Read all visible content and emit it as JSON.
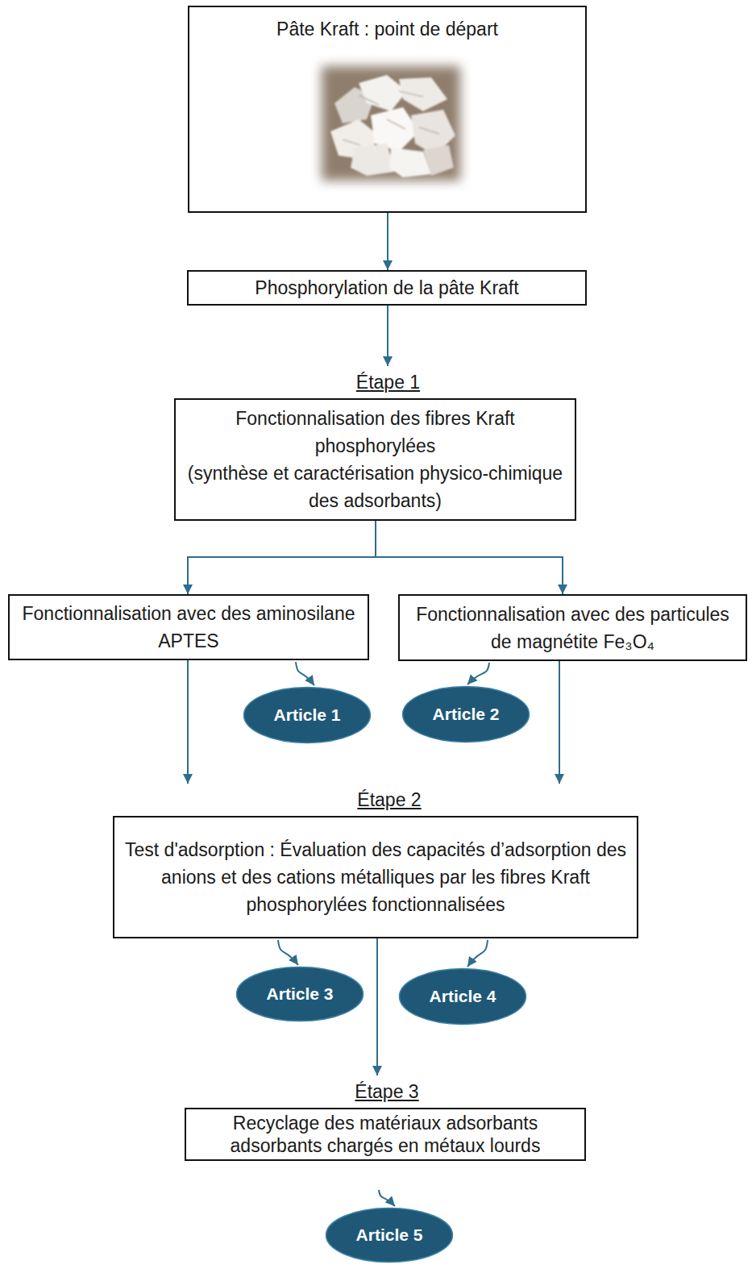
{
  "diagram": {
    "nodes": [
      {
        "text": [
          "Pâte Kraft : point de départ"
        ]
      },
      {
        "text": [
          "Phosphorylation de la pâte Kraft"
        ]
      },
      {
        "text": [
          "Étape 1",
          "Fonctionnalisation des fibres Kraft phosphorylées",
          "(synthèse et caractérisation physico-chimique des adsorbants)"
        ]
      },
      {
        "text": [
          "Fonctionnalisation avec des aminosilane APTES"
        ]
      },
      {
        "text": [
          "Fonctionnalisation avec des particules de magnétite Fe₃O₄"
        ]
      },
      {
        "text": [
          "Article 1"
        ]
      },
      {
        "text": [
          "Article 2"
        ]
      },
      {
        "text": [
          "Étape 2",
          "Test d'adsorption : Évaluation des capacités d’adsorption des anions et des cations métalliques par les fibres Kraft phosphorylées fonctionnalisées"
        ]
      },
      {
        "text": [
          "Article 3"
        ]
      },
      {
        "text": [
          "Article 4"
        ]
      },
      {
        "text": [
          "Étape 3",
          "Recyclage des matériaux adsorbants adsorbants chargés en métaux lourds"
        ]
      },
      {
        "text": [
          "Article 5"
        ]
      }
    ],
    "edges": [
      {
        "from": 0,
        "to": 1,
        "arrow": "to"
      },
      {
        "from": 1,
        "to": 2,
        "arrow": "to"
      },
      {
        "from": 2,
        "to": 3,
        "arrow": "to"
      },
      {
        "from": 2,
        "to": 4,
        "arrow": "to"
      },
      {
        "from": 3,
        "to": 5,
        "arrow": "to"
      },
      {
        "from": 3,
        "to": 7,
        "arrow": "to"
      },
      {
        "from": 4,
        "to": 6,
        "arrow": "to"
      },
      {
        "from": 4,
        "to": 7,
        "arrow": "to"
      },
      {
        "from": 7,
        "to": 8,
        "arrow": "to"
      },
      {
        "from": 7,
        "to": 9,
        "arrow": "to"
      },
      {
        "from": 7,
        "to": 10,
        "arrow": "to"
      },
      {
        "from": 10,
        "to": 11,
        "arrow": "to"
      }
    ]
  }
}
